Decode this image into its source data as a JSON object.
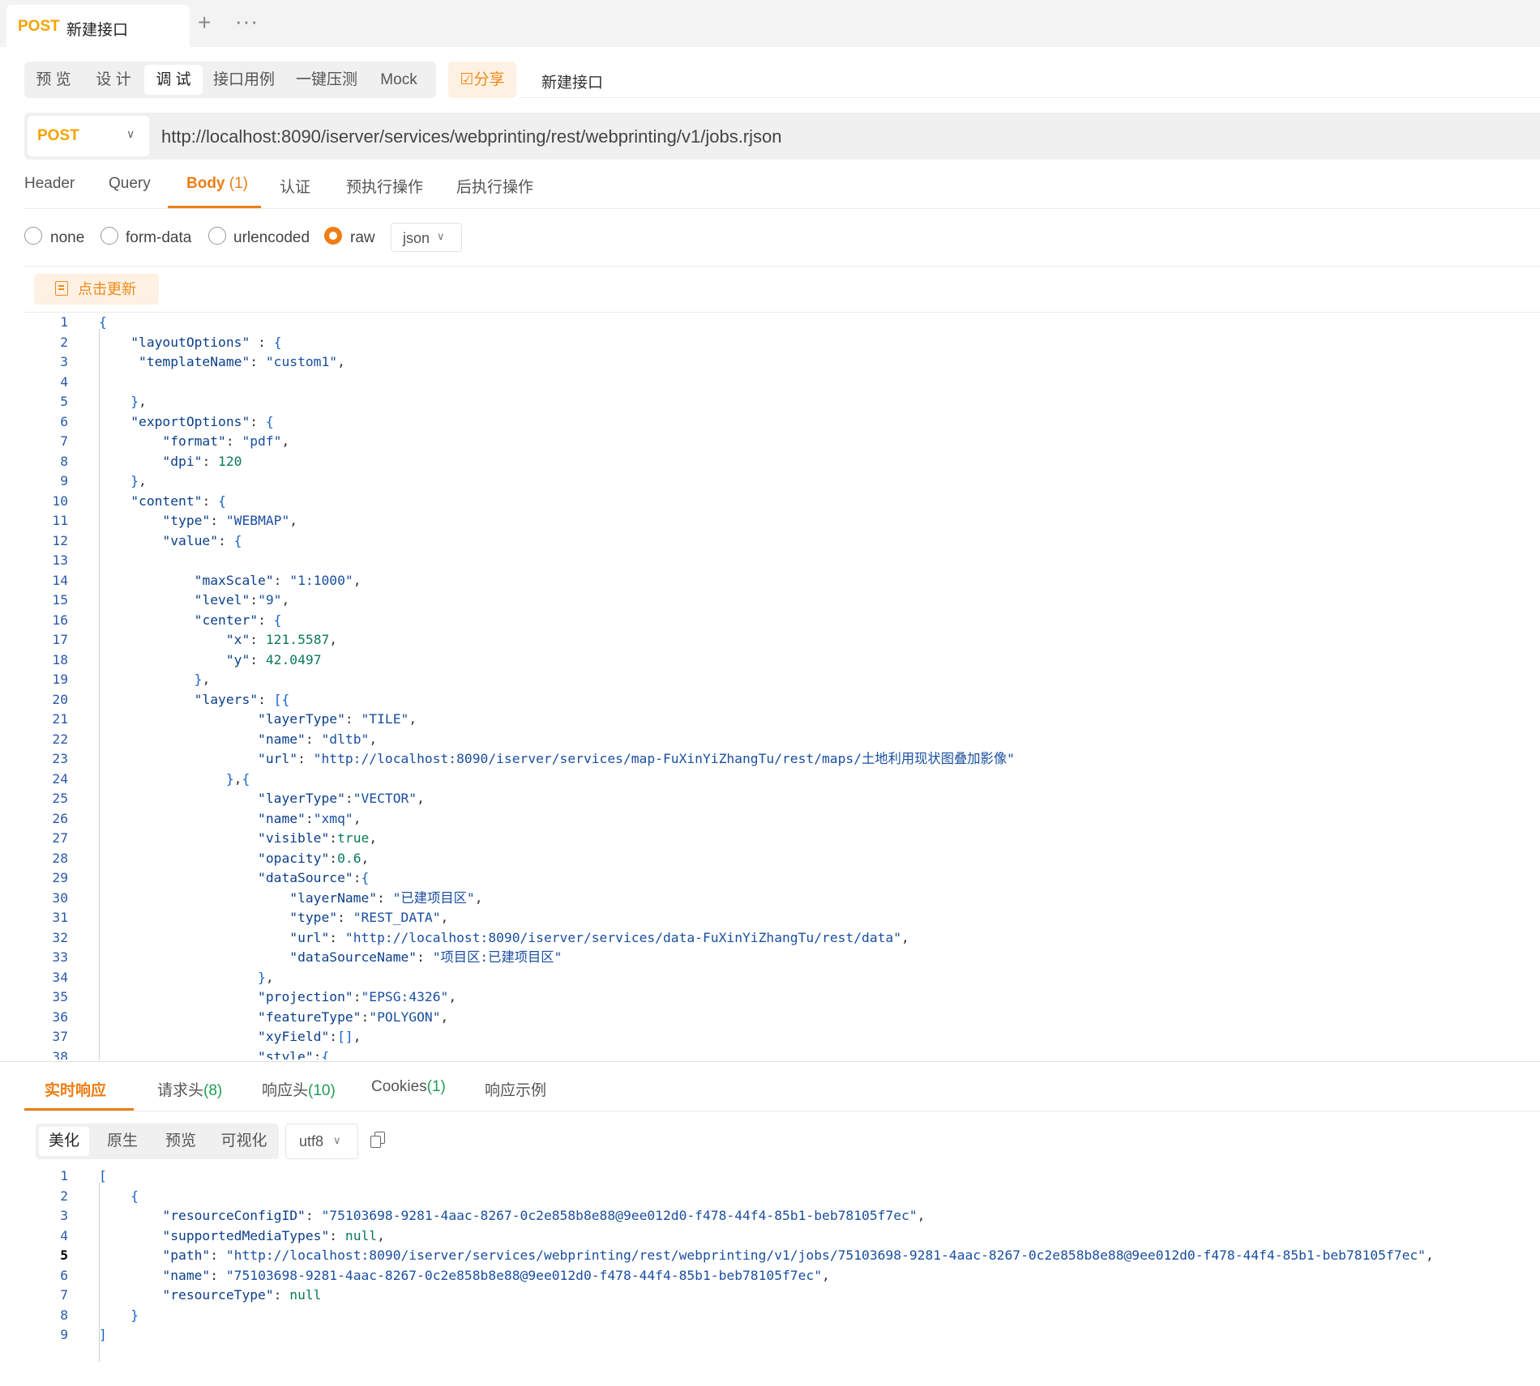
{
  "request_tab": {
    "method": "POST",
    "title": "新建接口",
    "add_glyph": "+",
    "more_glyph": "···"
  },
  "mode_tabs": [
    {
      "label": "预 览"
    },
    {
      "label": "设 计"
    },
    {
      "label": "调 试",
      "active": true
    },
    {
      "label": "接口用例"
    },
    {
      "label": "一键压测"
    },
    {
      "label": "Mock"
    }
  ],
  "share_label": "☑分享",
  "request_name": "新建接口",
  "url_bar": {
    "method": "POST",
    "url": "http://localhost:8090/iserver/services/webprinting/rest/webprinting/v1/jobs.rjson"
  },
  "sub_tabs": {
    "header": "Header",
    "query": "Query",
    "body": "Body",
    "body_count": "(1)",
    "auth": "认证",
    "pre": "预执行操作",
    "post": "后执行操作"
  },
  "body_types": {
    "none": "none",
    "form_data": "form-data",
    "urlencoded": "urlencoded",
    "raw": "raw",
    "selected": "raw",
    "format": "json"
  },
  "update_button": "点击更新",
  "request_body_lines": [
    "{",
    "    \"layoutOptions\" : {",
    "     \"templateName\": \"custom1\",",
    "",
    "    },",
    "    \"exportOptions\": {",
    "        \"format\": \"pdf\",",
    "        \"dpi\": 120",
    "    },",
    "    \"content\": {",
    "        \"type\": \"WEBMAP\",",
    "        \"value\": {",
    "",
    "            \"maxScale\": \"1:1000\",",
    "            \"level\":\"9\",",
    "            \"center\": {",
    "                \"x\": 121.5587,",
    "                \"y\": 42.0497",
    "            },",
    "            \"layers\": [{",
    "                    \"layerType\": \"TILE\",",
    "                    \"name\": \"dltb\",",
    "                    \"url\": \"http://localhost:8090/iserver/services/map-FuXinYiZhangTu/rest/maps/土地利用现状图叠加影像\"",
    "                },{",
    "                    \"layerType\":\"VECTOR\",",
    "                    \"name\":\"xmq\",",
    "                    \"visible\":true,",
    "                    \"opacity\":0.6,",
    "                    \"dataSource\":{",
    "                        \"layerName\": \"已建项目区\",",
    "                        \"type\": \"REST_DATA\",",
    "                        \"url\": \"http://localhost:8090/iserver/services/data-FuXinYiZhangTu/rest/data\",",
    "                        \"dataSourceName\": \"项目区:已建项目区\"",
    "                    },",
    "                    \"projection\":\"EPSG:4326\",",
    "                    \"featureType\":\"POLYGON\",",
    "                    \"xyField\":[],",
    "                    \"style\":{"
  ],
  "response_tabs": {
    "live": "实时响应",
    "req_headers": "请求头",
    "req_headers_count": "(8)",
    "resp_headers": "响应头",
    "resp_headers_count": "(10)",
    "cookies": "Cookies",
    "cookies_count": "(1)",
    "examples": "响应示例"
  },
  "format_tabs": [
    {
      "label": "美化",
      "active": true
    },
    {
      "label": "原生"
    },
    {
      "label": "预览"
    },
    {
      "label": "可视化"
    }
  ],
  "encoding": "utf8",
  "response_lines": [
    "[",
    "    {",
    "        \"resourceConfigID\": \"75103698-9281-4aac-8267-0c2e858b8e88@9ee012d0-f478-44f4-85b1-beb78105f7ec\",",
    "        \"supportedMediaTypes\": null,",
    "        \"path\": \"http://localhost:8090/iserver/services/webprinting/rest/webprinting/v1/jobs/75103698-9281-4aac-8267-0c2e858b8e88@9ee012d0-f478-44f4-85b1-beb78105f7ec\",",
    "        \"name\": \"75103698-9281-4aac-8267-0c2e858b8e88@9ee012d0-f478-44f4-85b1-beb78105f7ec\",",
    "        \"resourceType\": null",
    "    }",
    "]"
  ],
  "response_current_line": 5
}
